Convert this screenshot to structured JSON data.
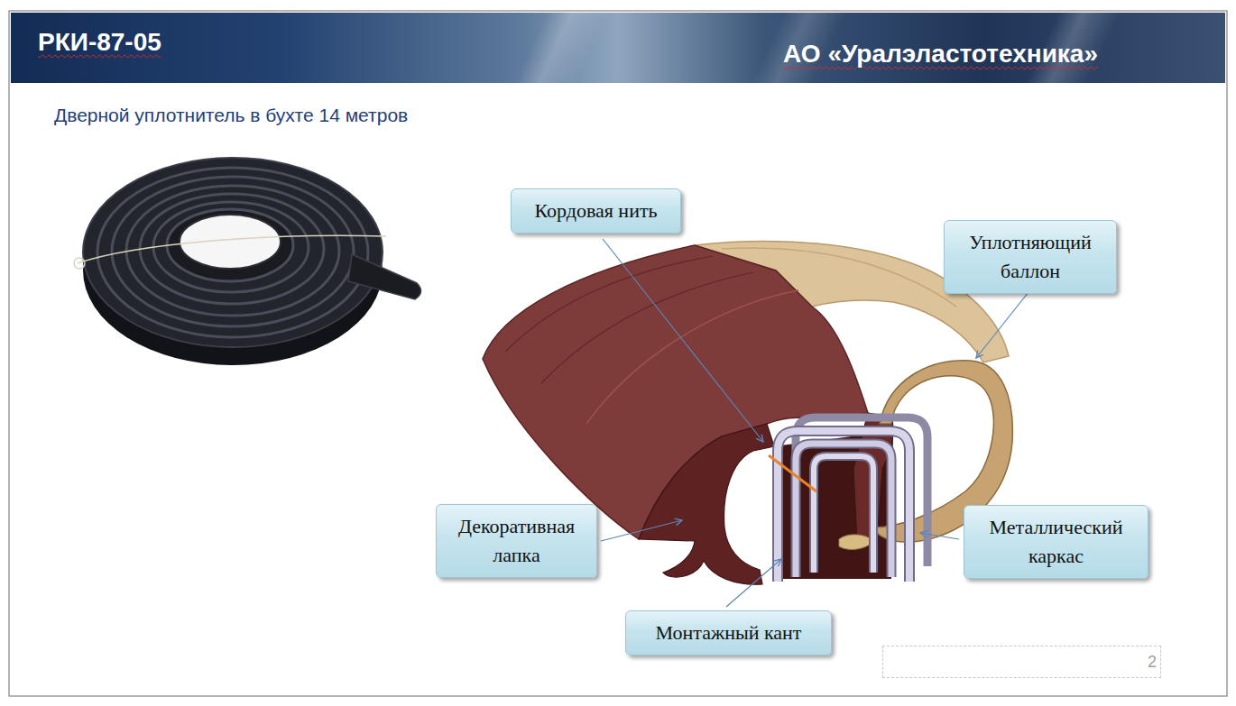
{
  "diagram": {
    "title": "Дверной уплотнитель в бухте 14 метров",
    "nodes": [
      {
        "text": [
          "РКИ-87-05",
          "АО «Уралэластотехника»"
        ]
      },
      {
        "text": [
          "Кордовая нить"
        ]
      },
      {
        "text": [
          "Уплотняющий баллон"
        ]
      },
      {
        "text": [
          "Декоративная лапка"
        ]
      },
      {
        "text": [
          "Металлический каркас"
        ]
      },
      {
        "text": [
          "Монтажный кант"
        ]
      },
      {
        "text": [
          "2"
        ]
      }
    ]
  }
}
